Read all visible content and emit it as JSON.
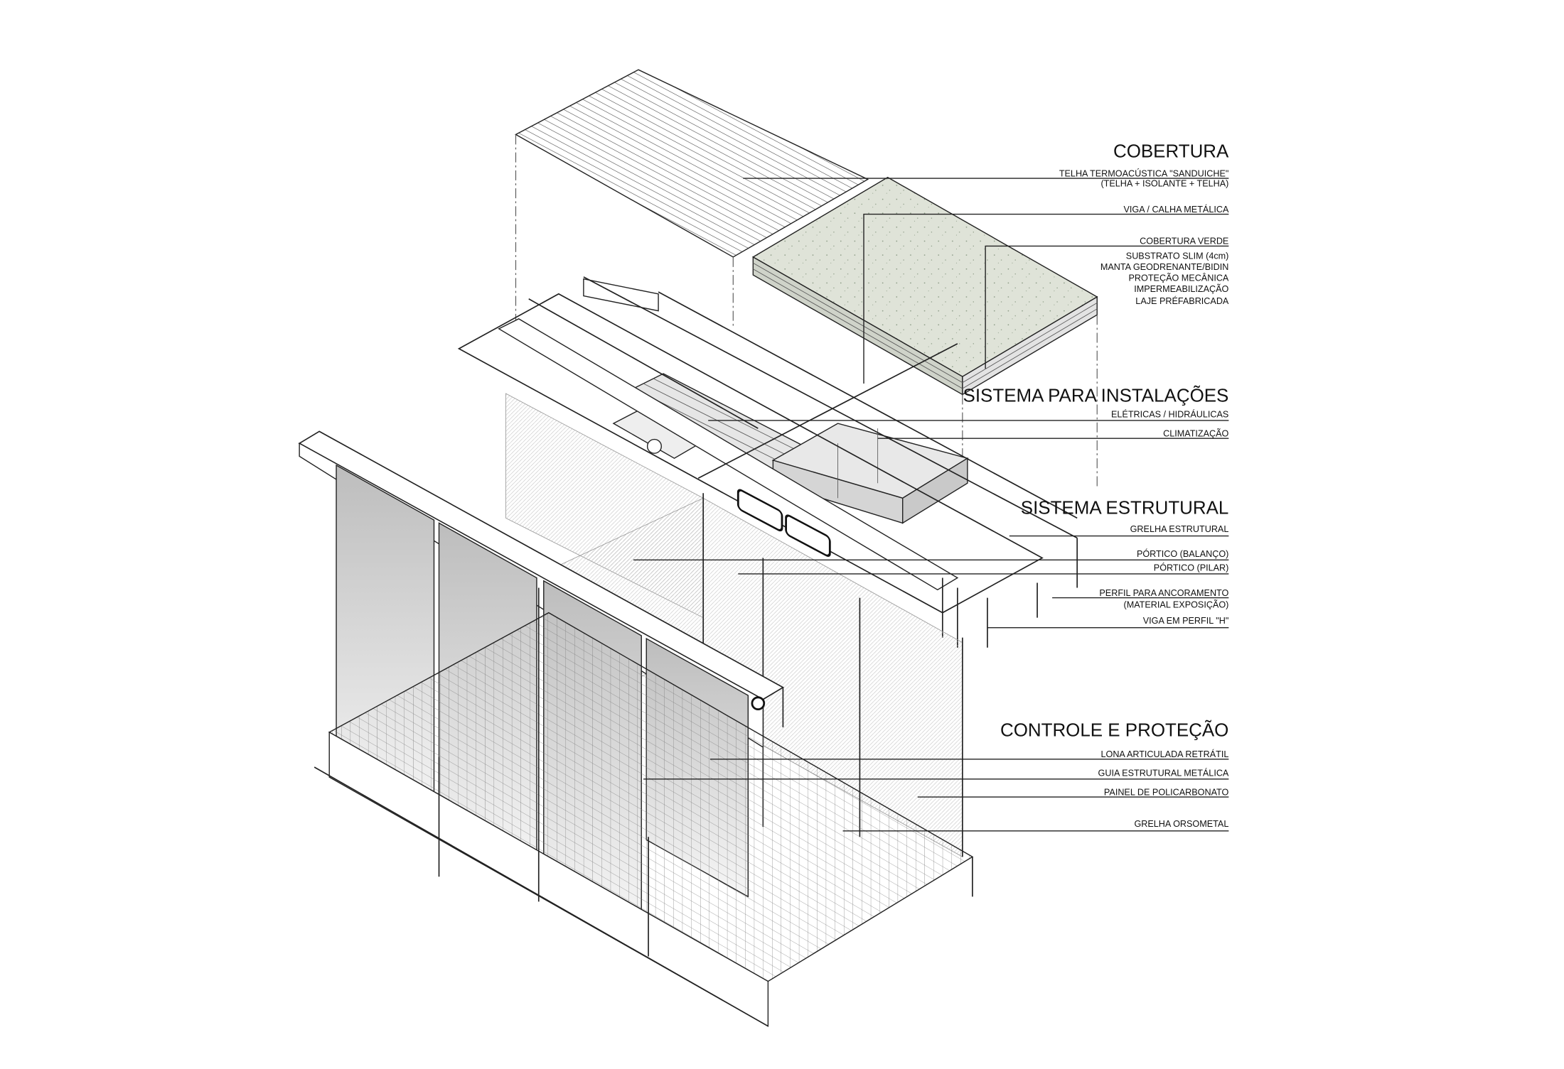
{
  "sections": [
    {
      "heading": "COBERTURA",
      "labels": [
        "TELHA TERMOACÚSTICA  \"SANDUICHE\"",
        "(TELHA + ISOLANTE + TELHA)",
        "VIGA  / CALHA METÁLICA",
        "COBERTURA VERDE",
        "SUBSTRATO SLIM (4cm)",
        "MANTA GEODRENANTE/BIDIN",
        "PROTEÇÃO MECÂNICA",
        "IMPERMEABILIZAÇÃO",
        "LAJE PRÉFABRICADA"
      ]
    },
    {
      "heading": "SISTEMA PARA INSTALAÇÕES",
      "labels": [
        "ELÉTRICAS / HIDRÁULICAS",
        "CLIMATIZAÇÃO"
      ]
    },
    {
      "heading": "SISTEMA ESTRUTURAL",
      "labels": [
        "GRELHA ESTRUTURAL",
        "PÓRTICO (BALANÇO)",
        "PÓRTICO (PILAR)",
        "PERFIL PARA ANCORAMENTO",
        "(MATERIAL EXPOSIÇÃO)",
        "VIGA EM PERFIL \"H\""
      ]
    },
    {
      "heading": "CONTROLE E PROTEÇÃO",
      "labels": [
        "LONA ARTICULADA RETRÁTIL",
        "GUIA ESTRUTURAL METÁLICA",
        "PAINEL DE POLICARBONATO",
        "GRELHA ORSOMETAL"
      ]
    }
  ],
  "colors": {
    "green_roof": "#dfe3d8",
    "panel_light": "#f4f4f4",
    "panel_dark": "#b9b9b9",
    "ink": "#222222"
  }
}
